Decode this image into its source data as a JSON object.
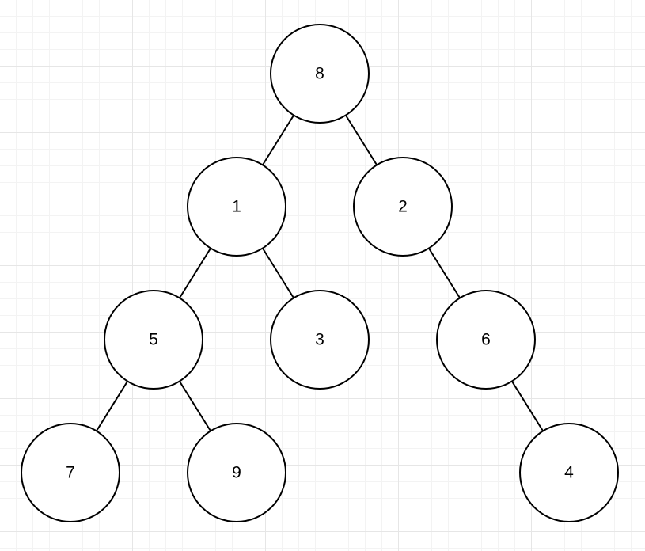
{
  "diagram": {
    "type": "binary-tree",
    "nodes": [
      {
        "id": "n8",
        "label": "8"
      },
      {
        "id": "n1",
        "label": "1"
      },
      {
        "id": "n2",
        "label": "2"
      },
      {
        "id": "n5",
        "label": "5"
      },
      {
        "id": "n3",
        "label": "3"
      },
      {
        "id": "n6",
        "label": "6"
      },
      {
        "id": "n7",
        "label": "7"
      },
      {
        "id": "n9",
        "label": "9"
      },
      {
        "id": "n4",
        "label": "4"
      }
    ],
    "edges": [
      {
        "from": "n8",
        "to": "n1"
      },
      {
        "from": "n8",
        "to": "n2"
      },
      {
        "from": "n1",
        "to": "n5"
      },
      {
        "from": "n1",
        "to": "n3"
      },
      {
        "from": "n2",
        "to": "n6"
      },
      {
        "from": "n5",
        "to": "n7"
      },
      {
        "from": "n5",
        "to": "n9"
      },
      {
        "from": "n6",
        "to": "n4"
      }
    ]
  }
}
